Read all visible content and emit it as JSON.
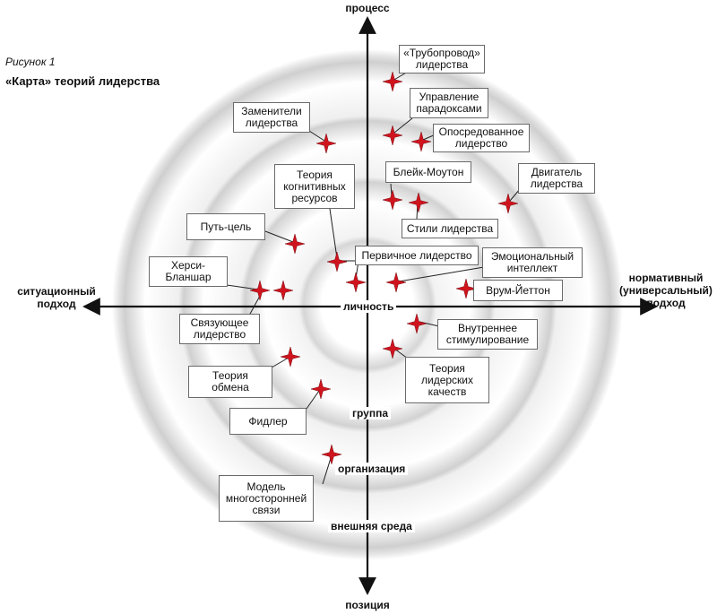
{
  "figure": {
    "number": "Рисунок 1",
    "title": "«Карта» теорий лидерства"
  },
  "axes": {
    "top": "процесс",
    "bottom": "позиция",
    "left": "ситуационный\nподход",
    "right": "нормативный\n(универсальный)\nподход"
  },
  "rings": {
    "center": "личность",
    "second": "группа",
    "third": "организация",
    "outer": "внешняя среда"
  },
  "theories": {
    "pipeline": "«Трубопровод»\nлидерства",
    "paradox": "Управление\nпарадоксами",
    "mediated": "Опосредованное\nлидерство",
    "substitutes": "Заменители\nлидерства",
    "cognitive": "Теория\nкогнитивных\nресурсов",
    "blake": "Блейк-Моутон",
    "engine": "Двигатель\nлидерства",
    "styles": "Стили лидерства",
    "path_goal": "Путь-цель",
    "primary": "Первичное лидерство",
    "emotional": "Эмоциональный\nинтеллект",
    "hersey": "Херси-\nБланшар",
    "vroom": "Врум-Йеттон",
    "linking": "Связующее\nлидерство",
    "internal": "Внутреннее\nстимулирование",
    "exchange": "Теория\nобмена",
    "traits": "Теория\nлидерских\nкачеств",
    "fiedler": "Фидлер",
    "multiple": "Модель\nмногосторонней\nсвязи"
  },
  "colors": {
    "star": "#d0141e",
    "axis": "#111111",
    "ring_shadow": "#c9c9c9"
  }
}
